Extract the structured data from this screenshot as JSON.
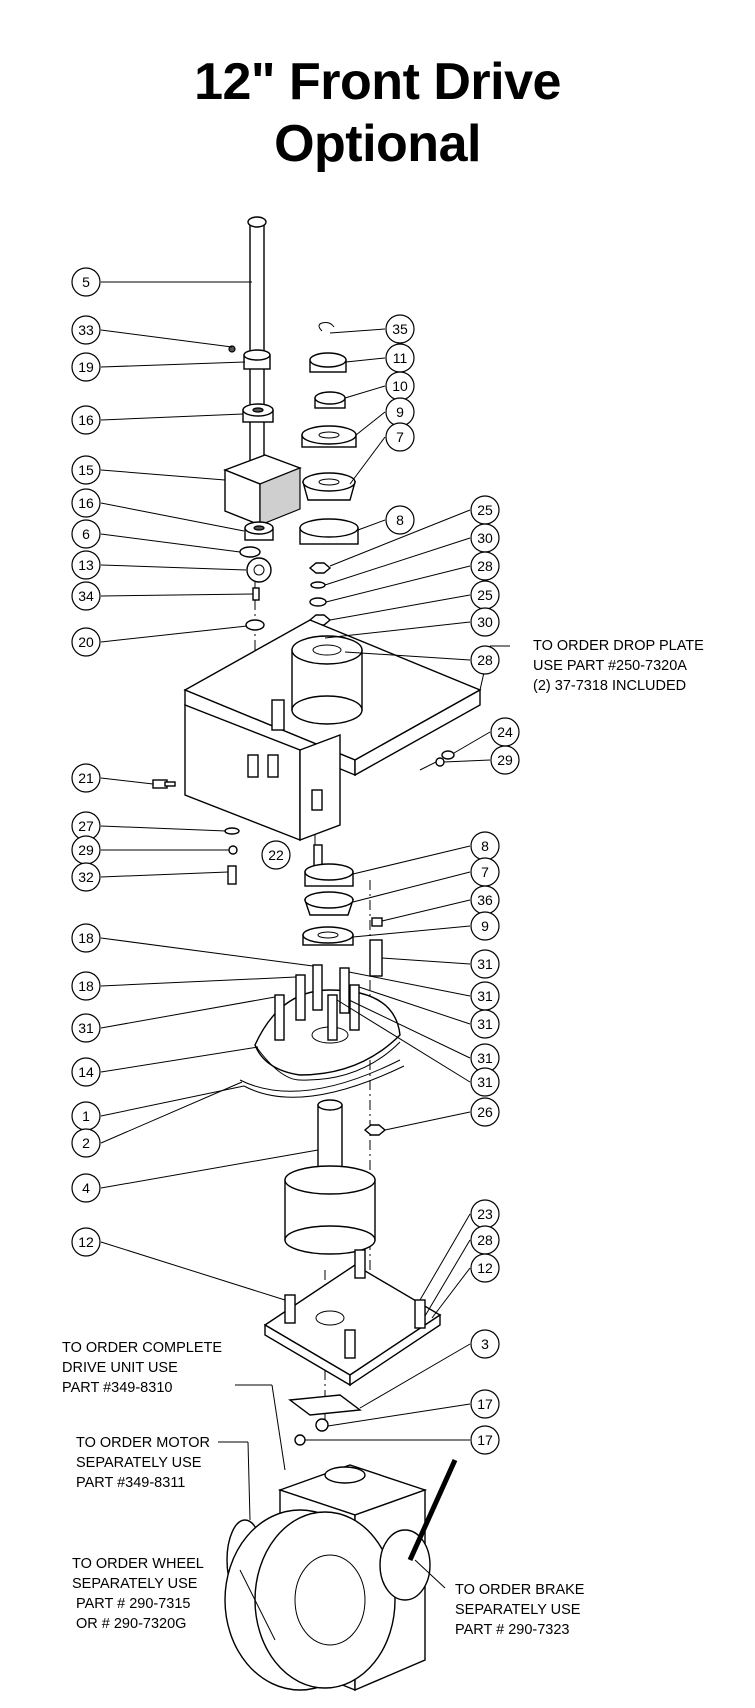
{
  "title": {
    "line1": "12\" Front Drive",
    "line2": "Optional"
  },
  "callouts": [
    "5",
    "33",
    "19",
    "16",
    "15",
    "16",
    "6",
    "13",
    "34",
    "20",
    "21",
    "27",
    "29",
    "32",
    "18",
    "18",
    "31",
    "14",
    "1",
    "2",
    "4",
    "12",
    "35",
    "11",
    "10",
    "9",
    "7",
    "8",
    "25",
    "30",
    "28",
    "25",
    "30",
    "28",
    "24",
    "29",
    "22",
    "8",
    "7",
    "36",
    "9",
    "31",
    "31",
    "31",
    "31",
    "31",
    "26",
    "23",
    "28",
    "12",
    "3",
    "17",
    "17"
  ],
  "notes": {
    "drop_plate": [
      "TO ORDER DROP PLATE",
      "USE PART #250-7320A",
      "(2) 37-7318 INCLUDED"
    ],
    "drive_unit": [
      "TO ORDER COMPLETE",
      "DRIVE UNIT USE",
      "PART #349-8310"
    ],
    "motor": [
      "TO ORDER MOTOR",
      "SEPARATELY USE",
      "PART #349-8311"
    ],
    "wheel": [
      "TO ORDER WHEEL",
      "SEPARATELY USE",
      "PART # 290-7315",
      "OR # 290-7320G"
    ],
    "brake": [
      "TO ORDER BRAKE",
      "SEPARATELY USE",
      "PART # 290-7323"
    ]
  },
  "colors": {
    "ink": "#000000",
    "paper": "#ffffff",
    "shade": "#cfcfcf"
  }
}
